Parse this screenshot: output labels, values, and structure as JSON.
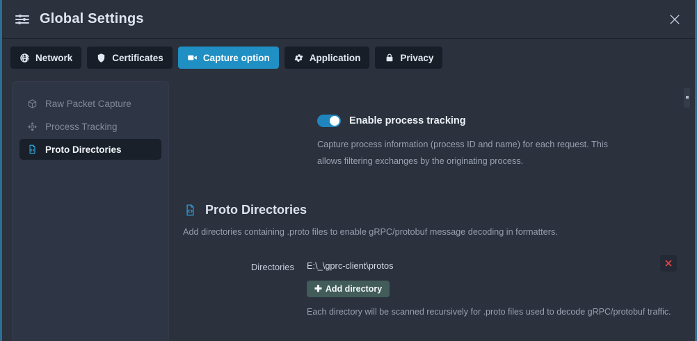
{
  "window": {
    "title": "Global Settings",
    "title_icon": "sliders-icon",
    "close_icon": "close-icon",
    "accent_color": "#1f8fc4",
    "border_color": "#2b6f94"
  },
  "tabs": [
    {
      "label": "Network",
      "icon": "globe-icon",
      "active": false
    },
    {
      "label": "Certificates",
      "icon": "shield-icon",
      "active": false
    },
    {
      "label": "Capture option",
      "icon": "video-camera-icon",
      "active": true
    },
    {
      "label": "Application",
      "icon": "gear-icon",
      "active": false
    },
    {
      "label": "Privacy",
      "icon": "lock-icon",
      "active": false
    }
  ],
  "sidebar": {
    "items": [
      {
        "label": "Raw Packet Capture",
        "icon": "cube-icon",
        "active": false
      },
      {
        "label": "Process Tracking",
        "icon": "move-arrows-icon",
        "active": false
      },
      {
        "label": "Proto Directories",
        "icon": "file-code-icon",
        "active": true
      }
    ]
  },
  "main": {
    "process_tracking": {
      "toggle_label": "Enable process tracking",
      "toggle_state": "on",
      "description": "Capture process information (process ID and name) for each request. This allows filtering exchanges by the originating process."
    },
    "proto_directories": {
      "icon": "file-code-icon",
      "title": "Proto Directories",
      "description": "Add directories containing .proto files to enable gRPC/protobuf message decoding in formatters.",
      "field_label": "Directories",
      "entries": [
        {
          "path": "E:\\_\\gprc-client\\protos",
          "remove_icon": "remove-x-icon"
        }
      ],
      "add_button": {
        "label": "Add directory",
        "icon": "plus-icon"
      },
      "note": "Each directory will be scanned recursively for .proto files used to decode gRPC/protobuf traffic."
    }
  },
  "scrollbar": {
    "name": "vertical-scrollbar"
  }
}
